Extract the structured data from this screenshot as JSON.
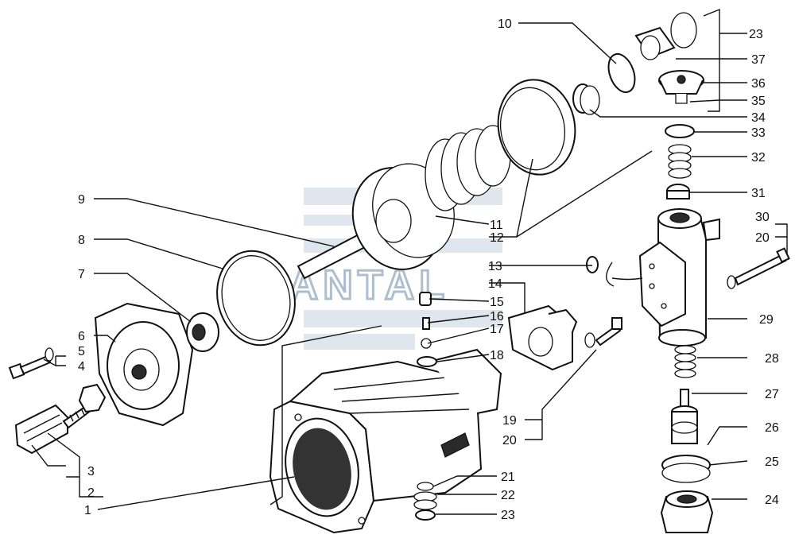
{
  "watermark": {
    "text": "SANTAL",
    "color": "#9fb3c8"
  },
  "labels": [
    {
      "key": "l1",
      "text": "1"
    },
    {
      "key": "l2",
      "text": "2"
    },
    {
      "key": "l3",
      "text": "3"
    },
    {
      "key": "l4",
      "text": "4"
    },
    {
      "key": "l5",
      "text": "5"
    },
    {
      "key": "l6",
      "text": "6"
    },
    {
      "key": "l7",
      "text": "7"
    },
    {
      "key": "l8",
      "text": "8"
    },
    {
      "key": "l9",
      "text": "9"
    },
    {
      "key": "l10",
      "text": "10"
    },
    {
      "key": "l11",
      "text": "11"
    },
    {
      "key": "l12",
      "text": "12"
    },
    {
      "key": "l13",
      "text": "13"
    },
    {
      "key": "l14",
      "text": "14"
    },
    {
      "key": "l15",
      "text": "15"
    },
    {
      "key": "l16",
      "text": "16"
    },
    {
      "key": "l17",
      "text": "17"
    },
    {
      "key": "l18",
      "text": "18"
    },
    {
      "key": "l19",
      "text": "19"
    },
    {
      "key": "l20a",
      "text": "20"
    },
    {
      "key": "l20b",
      "text": "20"
    },
    {
      "key": "l21",
      "text": "21"
    },
    {
      "key": "l22",
      "text": "22"
    },
    {
      "key": "l23a",
      "text": "23"
    },
    {
      "key": "l23b",
      "text": "23"
    },
    {
      "key": "l24",
      "text": "24"
    },
    {
      "key": "l25",
      "text": "25"
    },
    {
      "key": "l26",
      "text": "26"
    },
    {
      "key": "l27",
      "text": "27"
    },
    {
      "key": "l28",
      "text": "28"
    },
    {
      "key": "l29",
      "text": "29"
    },
    {
      "key": "l30",
      "text": "30"
    },
    {
      "key": "l31",
      "text": "31"
    },
    {
      "key": "l32",
      "text": "32"
    },
    {
      "key": "l33",
      "text": "33"
    },
    {
      "key": "l34",
      "text": "34"
    },
    {
      "key": "l35",
      "text": "35"
    },
    {
      "key": "l36",
      "text": "36"
    },
    {
      "key": "l37",
      "text": "37"
    }
  ]
}
